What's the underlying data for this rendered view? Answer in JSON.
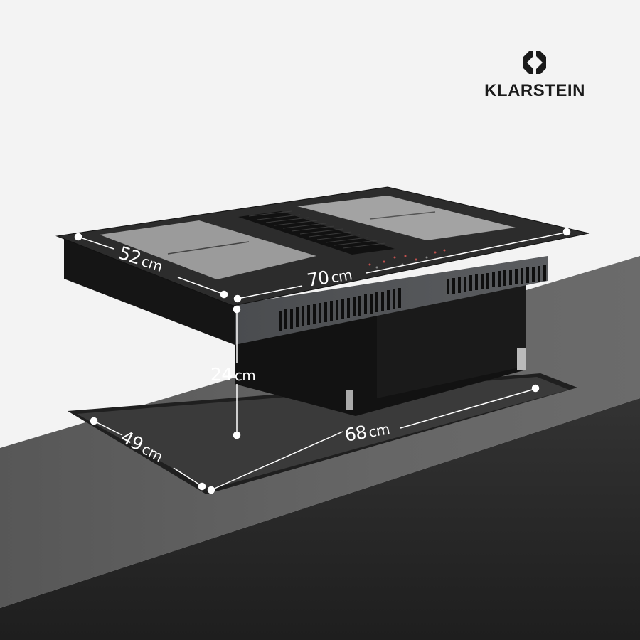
{
  "brand": {
    "name": "KLARSTEIN",
    "logo_icon": "octagon-diamond-logo-icon",
    "text_color": "#1a1a1a"
  },
  "product": {
    "type": "induction hob with integrated downdraft extractor",
    "cooking_zones": 2,
    "features": [
      "extractor-vent-grille",
      "touch-control-panel",
      "side-ventilation-slots"
    ]
  },
  "dimensions": {
    "hob_depth": {
      "value": "52",
      "unit": "cm"
    },
    "hob_width": {
      "value": "70",
      "unit": "cm"
    },
    "unit_height": {
      "value": "24",
      "unit": "cm"
    },
    "cutout_depth": {
      "value": "49",
      "unit": "cm"
    },
    "cutout_width": {
      "value": "68",
      "unit": "cm"
    }
  },
  "colors": {
    "background": "#f3f3f3",
    "countertop_top": "#5e5e5e",
    "countertop_front": "#2a2a2a",
    "cutout": "#3a3a3a",
    "hob_glass": "#2c2c2c",
    "cooking_zone": "#9c9c9c",
    "annotation": "#ffffff",
    "control_accent": "#c0504d"
  }
}
